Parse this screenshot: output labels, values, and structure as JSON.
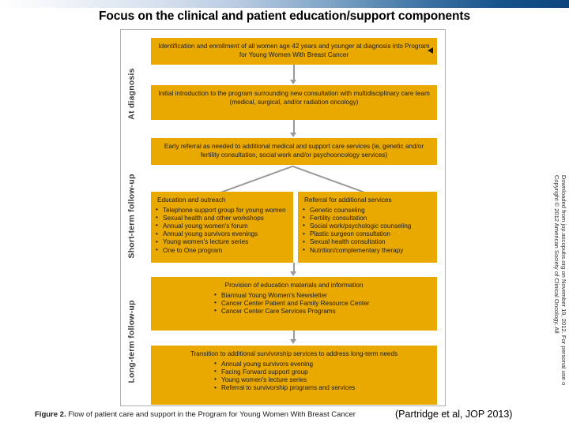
{
  "slide": {
    "title": "Focus on the clinical and patient education/support components",
    "citation": "(Partridge et al, JOP 2013)"
  },
  "figure": {
    "caption_number": "Figure 2.",
    "caption_text": " Flow of patient care and support in the Program for Young Women With Breast Cancer",
    "stages": [
      {
        "label": "At diagnosis"
      },
      {
        "label": "Short-term follow-up"
      },
      {
        "label": "Long-term follow-up"
      }
    ],
    "boxes": {
      "identification": {
        "text": "Identification and enrollment of all women age 42 years and younger at diagnosis into Program for Young Women With Breast Cancer"
      },
      "introduction": {
        "text": "Initial introduction to the program surrounding new consultation with multidisciplinary care team (medical, surgical, and/or radiation oncology)"
      },
      "early_referral": {
        "text": "Early referral as needed to additional medical and support care services (ie, genetic and/or fertility consultation, social work and/or psychooncology services)"
      },
      "education_outreach": {
        "title": "Education and outreach",
        "items": [
          "Telephone support group for young women",
          "Sexual health and other workshops",
          "Annual young women's forum",
          "Annual young survivors evenings",
          "Young women's lecture series",
          "One to One program"
        ]
      },
      "referral_services": {
        "title": "Referral for additional services",
        "items": [
          "Genetic counseling",
          "Fertility consultation",
          "Social work/psychologic counseling",
          "Plastic surgeon consultation",
          "Sexual health consultation",
          "Nutrition/complementary therapy"
        ]
      },
      "provision_materials": {
        "title": "Provision of education materials and information",
        "items": [
          "Biannual Young Women's Newsletter",
          "Cancer Center Patient and Family Resource Center",
          "Cancer Center Care Services Programs"
        ]
      },
      "transition": {
        "title": "Transition to additional survivorship services to address long-term needs",
        "items": [
          "Annual young survivors evening",
          "Facing Forward support group",
          "Young women's lecture series",
          "Referral to survivorship programs and services"
        ]
      }
    }
  },
  "download_notice": {
    "line1": "Downloaded from jop.ascopubs.org on November 19, 2012. For personal use o",
    "line2": "Copyright © 2012 American Society of Clinical Oncology. All"
  },
  "colors": {
    "box_fill": "#E9A900",
    "connector": "#9a9a9a",
    "frame_border": "#b0b0b0",
    "header_bar_dark": "#0d457c"
  }
}
